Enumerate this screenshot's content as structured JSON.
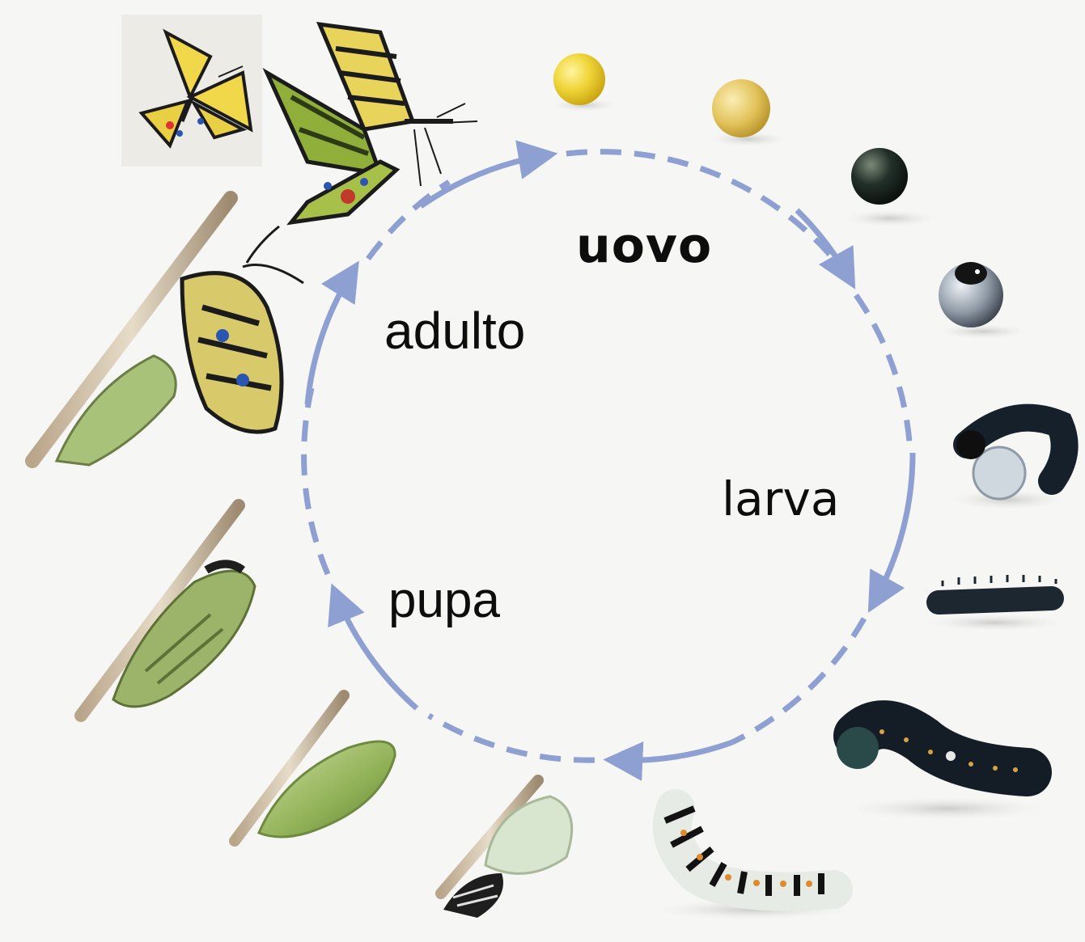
{
  "diagram": {
    "labels": {
      "egg": "uovo",
      "larva": "larva",
      "pupa": "pupa",
      "adult": "adulto"
    },
    "colors": {
      "cycle_arrow": "#8ea0d2",
      "background": "#f6f6f4",
      "label_text": "#0d0d0d"
    },
    "illustrations": [
      "butterfly-resting-icon",
      "butterfly-spread-icon",
      "egg-yellow-icon",
      "egg-yellow-large-icon",
      "egg-dark-icon",
      "egg-hatching-icon",
      "larva-emerging-icon",
      "larva-small-icon",
      "larva-medium-icon",
      "larva-striped-icon",
      "pupa-forming-icon",
      "chrysalis-green-icon",
      "chrysalis-opening-icon",
      "adult-emerging-icon"
    ]
  }
}
